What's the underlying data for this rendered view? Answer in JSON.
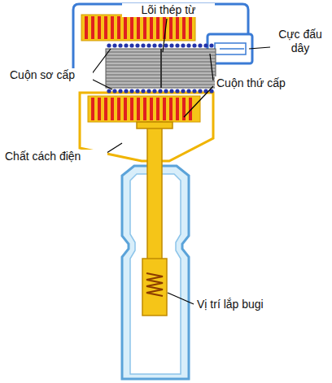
{
  "diagram": {
    "labels": [
      "Lõi thép từ",
      "Cực đấu dây",
      "Cuộn sơ cấp",
      "Cuộn thứ cấp",
      "Chất cách điện",
      "Vị trí lắp bugi"
    ]
  }
}
